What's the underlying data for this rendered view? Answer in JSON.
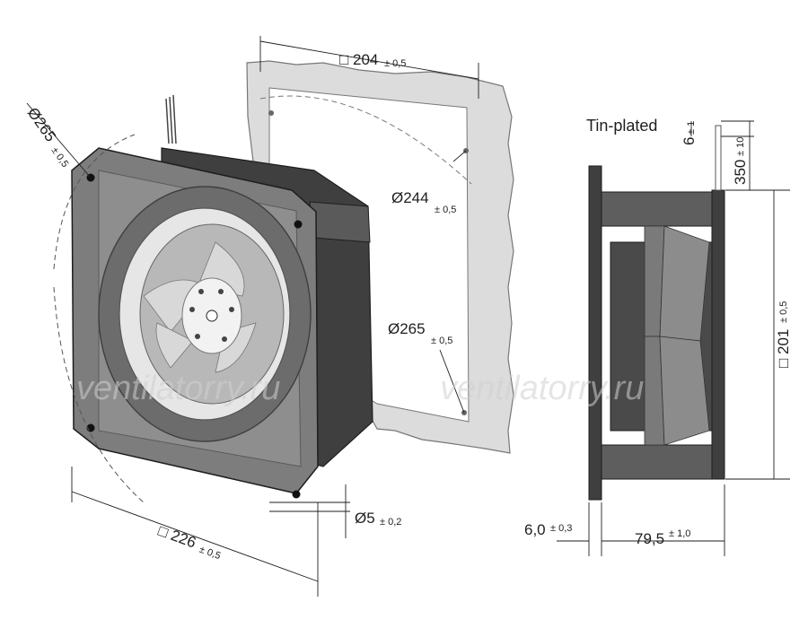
{
  "labels": {
    "tin_plated": "Tin-plated",
    "watermark_left": "ventilatorry.ru",
    "watermark_right": "ventilatorry.ru"
  },
  "dimensions": {
    "top_square": {
      "value": "□ 204",
      "tol": "± 0,5"
    },
    "dia_265_left": {
      "value": "Ø265",
      "tol": "± 0,5"
    },
    "dia_244": {
      "value": "Ø244",
      "tol": "± 0,5"
    },
    "dia_265_right": {
      "value": "Ø265",
      "tol": "± 0,5"
    },
    "dia_5": {
      "value": "Ø5",
      "tol": "± 0,2"
    },
    "bottom_square": {
      "value": "□ 226",
      "tol": "± 0,5"
    },
    "lead_6": {
      "value": "6",
      "tol": "± 1"
    },
    "lead_350": {
      "value": "350",
      "tol": "± 10"
    },
    "side_201": {
      "value": "□ 201",
      "tol": "± 0,5"
    },
    "depth_6": {
      "value": "6,0",
      "tol": "± 0,3"
    },
    "depth_79": {
      "value": "79,5",
      "tol": "± 1,0"
    }
  },
  "colors": {
    "fan_gray": "#7d7d7d",
    "fan_dark": "#3f3f3f",
    "gasket": "#dcdcdc",
    "line": "#1e1e1e"
  }
}
